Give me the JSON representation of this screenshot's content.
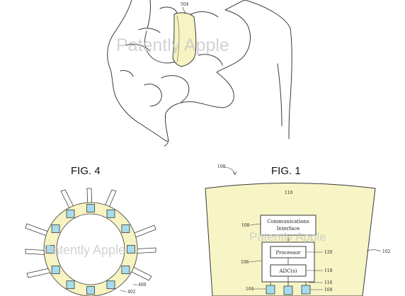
{
  "fig4_label": "FIG. 4",
  "fig1_label": "FIG. 1",
  "watermark": "Patently Apple",
  "refs": {
    "r504": "504",
    "r100": "100",
    "r110": "110",
    "r108": "108",
    "r106": "106",
    "r102": "102",
    "r120": "120",
    "r118": "118",
    "r116": "116",
    "r104a": "104",
    "r104b": "104",
    "r400": "400",
    "r402": "402"
  },
  "blocks": {
    "comm_line1": "Communications",
    "comm_line2": "Interface",
    "processor": "Processor",
    "adc": "ADC(s)"
  },
  "colors": {
    "ring_yellow": "#f7f3c2",
    "sensor_blue": "#a6dcee",
    "substrate_yellow": "#f7f4c6",
    "line": "#3a3a3a",
    "watermark": "#c8c8c8"
  }
}
